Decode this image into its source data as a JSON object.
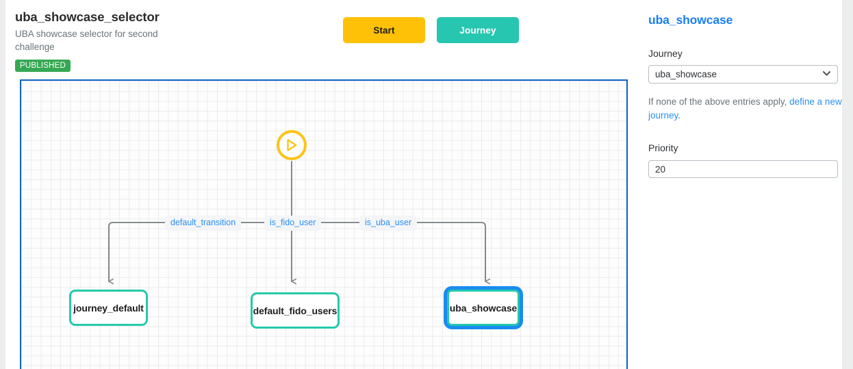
{
  "flow": {
    "title": "uba_showcase_selector",
    "description": "UBA showcase selector for second challenge",
    "status": "PUBLISHED",
    "status_color": "#36a853"
  },
  "toolbar": {
    "start_label": "Start",
    "start_color": "#fec108",
    "journey_label": "Journey",
    "journey_color": "#26c6b0"
  },
  "canvas": {
    "border_color": "#0a62c2",
    "node_border_color": "#24c9ab",
    "selection_color": "#1a8cf0",
    "start_node": {
      "name": "start",
      "icon": "play-icon",
      "color": "#fdc316"
    },
    "edge_labels": [
      {
        "id": "default_transition",
        "label": "default_transition"
      },
      {
        "id": "is_fido_user",
        "label": "is_fido_user"
      },
      {
        "id": "is_uba_user",
        "label": "is_uba_user"
      }
    ],
    "nodes": [
      {
        "id": "journey_default",
        "label": "journey_default",
        "selected": false
      },
      {
        "id": "default_fido_users",
        "label": "default_fido_users",
        "selected": false
      },
      {
        "id": "uba_showcase",
        "label": "uba_showcase",
        "selected": true
      }
    ]
  },
  "panel": {
    "title": "uba_showcase",
    "journey": {
      "label": "Journey",
      "value": "uba_showcase",
      "options": [
        "uba_showcase"
      ]
    },
    "helper": {
      "prefix": "If none of the above entries apply, ",
      "link": "define a new journey",
      "suffix": "."
    },
    "priority": {
      "label": "Priority",
      "value": "20"
    }
  }
}
